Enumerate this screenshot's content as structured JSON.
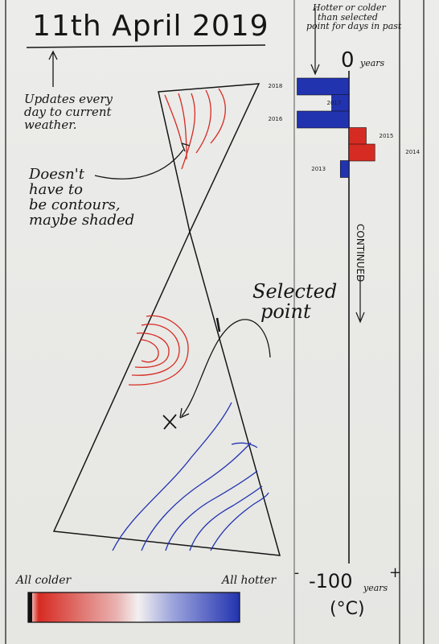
{
  "title": "11th April 2019",
  "notes": {
    "updates": [
      "Updates every",
      "day to current",
      "weather."
    ],
    "contours": [
      "Doesn't",
      "have to",
      "be contours,",
      "maybe shaded"
    ],
    "selected": [
      "Selected",
      "point"
    ]
  },
  "histogram": {
    "header": [
      "Hotter or colder",
      "than selected",
      "point for days in past"
    ],
    "zero_label": "0",
    "zero_unit": "years",
    "continued": "CONTINUED",
    "bottom_label": "-100",
    "bottom_unit": "years",
    "minus": "-",
    "plus": "+",
    "unit": "(°C)",
    "bars": [
      {
        "year": "2018",
        "value": -3,
        "color": "#2233b0"
      },
      {
        "year": "2017",
        "value": -1,
        "color": "#2233b0"
      },
      {
        "year": "2016",
        "value": -3,
        "color": "#2233b0"
      },
      {
        "year": "2015",
        "value": 1,
        "color": "#d62b22"
      },
      {
        "year": "2014",
        "value": 1.5,
        "color": "#d62b22"
      },
      {
        "year": "2013",
        "value": -0.5,
        "color": "#2233b0"
      }
    ]
  },
  "legend": {
    "left_label": "All colder",
    "right_label": "All hotter",
    "cold_color": "#d62b22",
    "hot_color": "#2233b0"
  },
  "colors": {
    "ink": "#161616",
    "red": "#d62b22",
    "blue": "#2233b0"
  }
}
